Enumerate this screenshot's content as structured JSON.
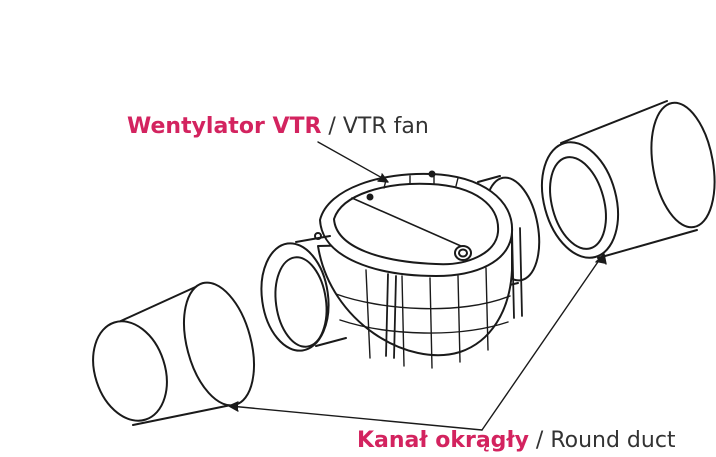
{
  "labels": {
    "fan": {
      "bold": "Wentylator VTR",
      "rest": " / VTR fan"
    },
    "duct": {
      "bold": "Kanał okrągły",
      "rest": " / Round duct"
    }
  },
  "colors": {
    "accent": "#d3235f",
    "text": "#333333",
    "line": "#1a1a1a"
  }
}
